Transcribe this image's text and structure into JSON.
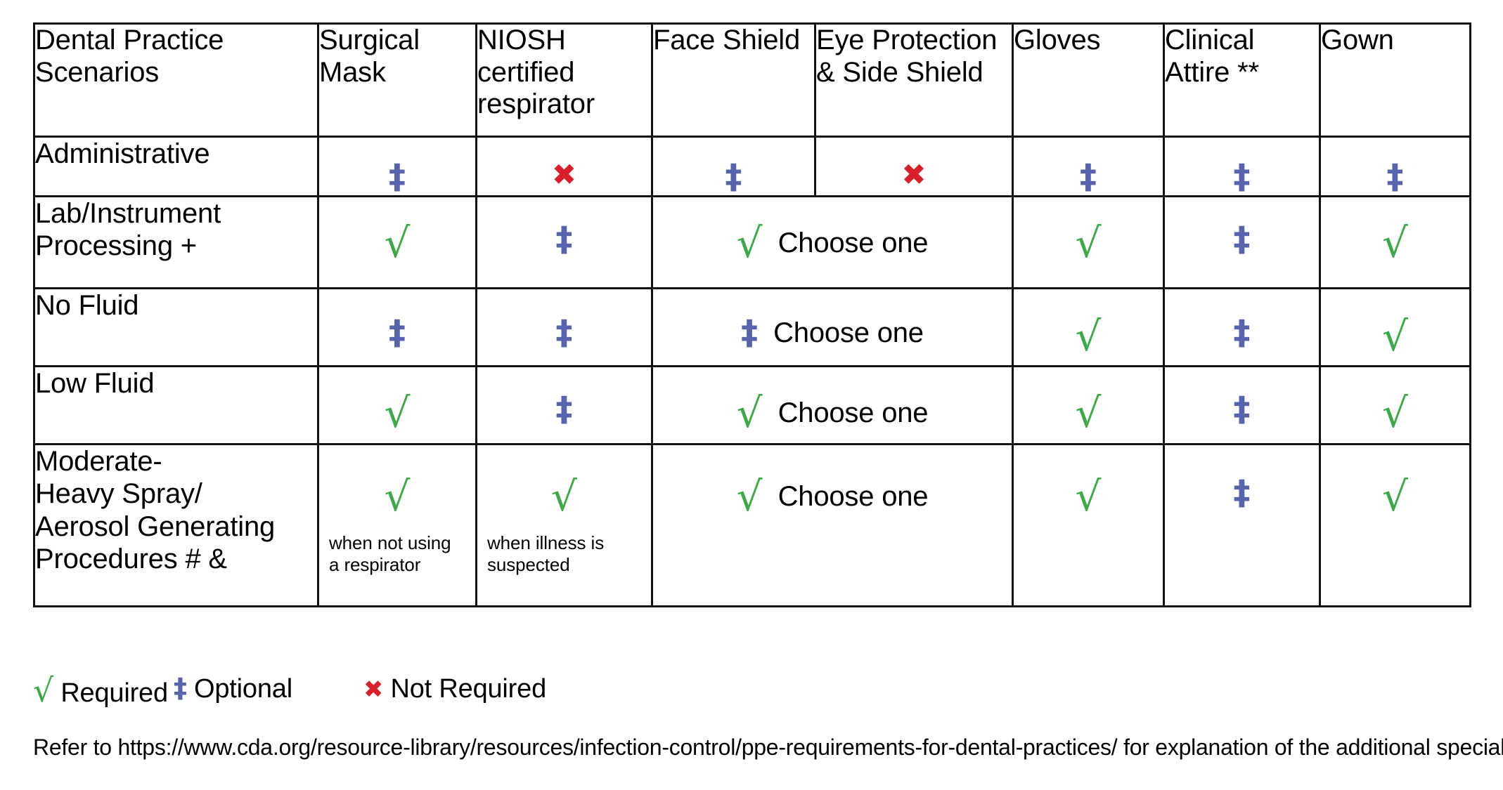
{
  "table": {
    "columns": [
      {
        "key": "scenario",
        "label": "Dental Practice\nScenarios"
      },
      {
        "key": "mask",
        "label": "Surgical\nMask"
      },
      {
        "key": "niosh",
        "label": "NIOSH\ncertified\nrespirator"
      },
      {
        "key": "face",
        "label": "Face Shield"
      },
      {
        "key": "eye",
        "label": "Eye Protection\n& Side Shield"
      },
      {
        "key": "gloves",
        "label": "Gloves"
      },
      {
        "key": "attire",
        "label": "Clinical\nAttire **"
      },
      {
        "key": "gown",
        "label": "Gown"
      }
    ],
    "rows": [
      {
        "id": "administrative",
        "scenario": "Administrative",
        "mask": {
          "symbol": "optional"
        },
        "niosh": {
          "symbol": "not-required"
        },
        "face": {
          "symbol": "optional"
        },
        "eye": {
          "symbol": "not-required"
        },
        "gloves": {
          "symbol": "optional"
        },
        "attire": {
          "symbol": "optional"
        },
        "gown": {
          "symbol": "optional"
        }
      },
      {
        "id": "lab-instrument-processing",
        "scenario": "Lab/Instrument\nProcessing +",
        "mask": {
          "symbol": "required"
        },
        "niosh": {
          "symbol": "optional"
        },
        "merged": {
          "symbol": "required",
          "label": "Choose one"
        },
        "gloves": {
          "symbol": "required"
        },
        "attire": {
          "symbol": "optional"
        },
        "gown": {
          "symbol": "required"
        }
      },
      {
        "id": "no-fluid",
        "scenario": "No Fluid",
        "mask": {
          "symbol": "optional"
        },
        "niosh": {
          "symbol": "optional"
        },
        "merged": {
          "symbol": "optional",
          "label": "Choose one"
        },
        "gloves": {
          "symbol": "required"
        },
        "attire": {
          "symbol": "optional"
        },
        "gown": {
          "symbol": "required"
        }
      },
      {
        "id": "low-fluid",
        "scenario": "Low Fluid",
        "mask": {
          "symbol": "required"
        },
        "niosh": {
          "symbol": "optional"
        },
        "merged": {
          "symbol": "required",
          "label": "Choose one"
        },
        "gloves": {
          "symbol": "required"
        },
        "attire": {
          "symbol": "optional"
        },
        "gown": {
          "symbol": "required"
        }
      },
      {
        "id": "moderate-heavy-spray",
        "scenario": "Moderate-\nHeavy Spray/\nAerosol Generating\nProcedures #   &",
        "mask": {
          "symbol": "required",
          "note": "when not using\na respirator"
        },
        "niosh": {
          "symbol": "required",
          "note": "when illness is\nsuspected"
        },
        "merged": {
          "symbol": "required",
          "label": "Choose one"
        },
        "gloves": {
          "symbol": "required"
        },
        "attire": {
          "symbol": "optional"
        },
        "gown": {
          "symbol": "required"
        }
      }
    ]
  },
  "symbols": {
    "required": {
      "glyph": "√",
      "name": "check-icon",
      "color": "#3BAA46"
    },
    "optional": {
      "glyph": "‡",
      "name": "double-dagger-icon",
      "color": "#5763AD"
    },
    "not-required": {
      "glyph": "✖",
      "name": "cross-icon",
      "color": "#D81F2A"
    }
  },
  "legend": {
    "items": [
      {
        "symbol": "required",
        "label": "Required"
      },
      {
        "symbol": "optional",
        "label": "Optional"
      },
      {
        "symbol": "not-required",
        "label": "Not Required"
      }
    ]
  },
  "footer": {
    "note": "Refer to https://www.cda.org/resource-library/resources/infection-control/ppe-requirements-for-dental-practices/ for explanation of the additional special characters."
  }
}
